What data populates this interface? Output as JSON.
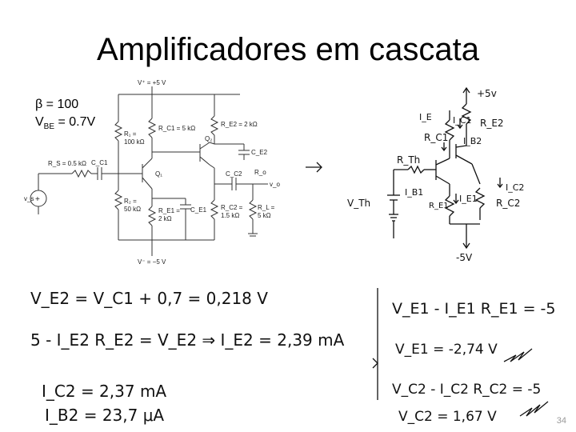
{
  "title": "Amplificadores em cascata",
  "parameters": {
    "beta": "β = 100",
    "vbe_prefix": "V",
    "vbe_sub": "BE",
    "vbe_value": " = 0.7V"
  },
  "schematic": {
    "vplus": "V⁺ = +5 V",
    "vminus": "V⁻ = −5 V",
    "r1": "R₁ =",
    "r1_val": "100 kΩ",
    "r2": "R₂ =",
    "r2_val": "50 kΩ",
    "rc1": "R_C1 = 5 kΩ",
    "re1": "R_E1 =",
    "re1_val": "2 kΩ",
    "re2": "R_E2 = 2 kΩ",
    "rc2": "R_C2 =",
    "rc2_val": "1.5 kΩ",
    "rs": "R_S = 0.5 kΩ",
    "rl": "R_L =",
    "rl_val": "5 kΩ",
    "cc1": "C_C1",
    "cc2": "C_C2",
    "ce1": "C_E1",
    "ce2": "C_E2",
    "q1": "Q₁",
    "q2": "Q₂",
    "ro": "R_o",
    "vo": "v_o",
    "vs": "v_s"
  },
  "handwritten": {
    "top_supply": "+5v",
    "bottom_supply": "-5V",
    "ie_label": "I_E",
    "ic1_label": "I_C1",
    "ib2_label": "I_B2",
    "re2_label": "R_E2",
    "rc1_label": "R_C1",
    "rth_label": "R_Th",
    "vth_label": "V_Th",
    "ib1_label": "I_B1",
    "re1_label": "R_E1",
    "ie1_label": "I_E1",
    "ic2_label": "I_C2",
    "rc2_label": "R_C2",
    "eq1": "V_E2 = V_C1 + 0,7 = 0,218 V",
    "eq2": "5 - I_E2 R_E2 = V_E2 ⇒ I_E2 = 2,39 mA",
    "eq3": "I_C2 = 2,37 mA",
    "eq4": "I_B2 = 23,7 μA",
    "eq5": "V_E1 - I_E1 R_E1 = -5",
    "eq6": "V_E1 = -2,74 V",
    "eq7": "V_C2 - I_C2 R_C2 = -5",
    "eq8": "V_C2 = 1,67 V"
  },
  "page_number": "34"
}
